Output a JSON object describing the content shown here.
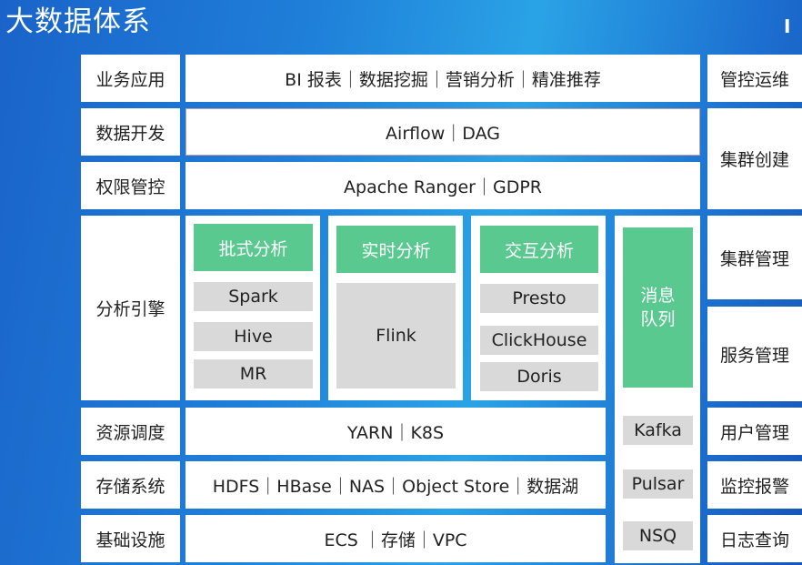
{
  "title": "大数据体系",
  "layers": {
    "business": {
      "label": "业务应用",
      "content": "BI 报表｜数据挖掘｜营销分析｜精准推荐"
    },
    "dev": {
      "label": "数据开发",
      "content": "Airflow｜DAG"
    },
    "auth": {
      "label": "权限管控",
      "content": "Apache Ranger｜GDPR"
    },
    "engine": {
      "label": "分析引擎"
    },
    "scheduling": {
      "label": "资源调度",
      "content": "YARN｜K8S"
    },
    "storage": {
      "label": "存储系统",
      "content": "HDFS｜HBase｜NAS｜Object Store｜数据湖"
    },
    "infra": {
      "label": "基础设施",
      "content": "ECS ｜存储｜VPC"
    }
  },
  "engines": {
    "batch": {
      "title": "批式分析",
      "items": [
        "Spark",
        "Hive",
        "MR"
      ]
    },
    "realtime": {
      "title": "实时分析",
      "items": [
        "Flink"
      ]
    },
    "interactive": {
      "title": "交互分析",
      "items": [
        "Presto",
        "ClickHouse",
        "Doris"
      ]
    }
  },
  "message_queue": {
    "title_line1": "消息",
    "title_line2": "队列",
    "items": [
      "Kafka",
      "Pulsar",
      "NSQ"
    ]
  },
  "ops": {
    "control": "管控运维",
    "cluster_create": "集群创建",
    "cluster_manage": "集群管理",
    "service_manage": "服务管理",
    "user_manage": "用户管理",
    "monitor_alert": "监控报警",
    "log_query": "日志查询"
  }
}
